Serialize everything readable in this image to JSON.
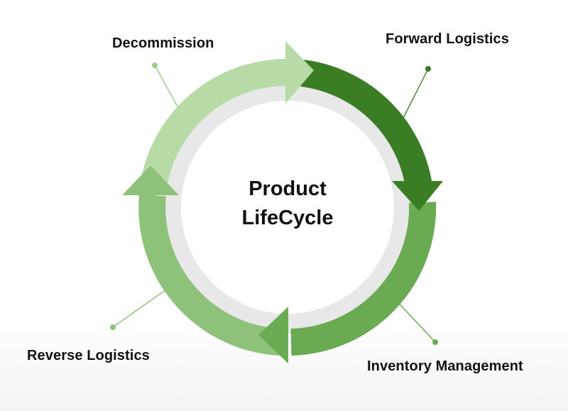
{
  "diagram": {
    "center_title_line1": "Product",
    "center_title_line2": "LifeCycle",
    "stages": [
      {
        "key": "forward",
        "label": "Forward Logistics",
        "color": "#3a7d24"
      },
      {
        "key": "inventory",
        "label": "Inventory Management",
        "color": "#6aaa52"
      },
      {
        "key": "reverse",
        "label": "Reverse Logistics",
        "color": "#8ec27a"
      },
      {
        "key": "decommission",
        "label": "Decommission",
        "color": "#b6dba6"
      }
    ],
    "connector_color": "#4e8c3a",
    "inner_circle_color": "#e6e6e6"
  }
}
